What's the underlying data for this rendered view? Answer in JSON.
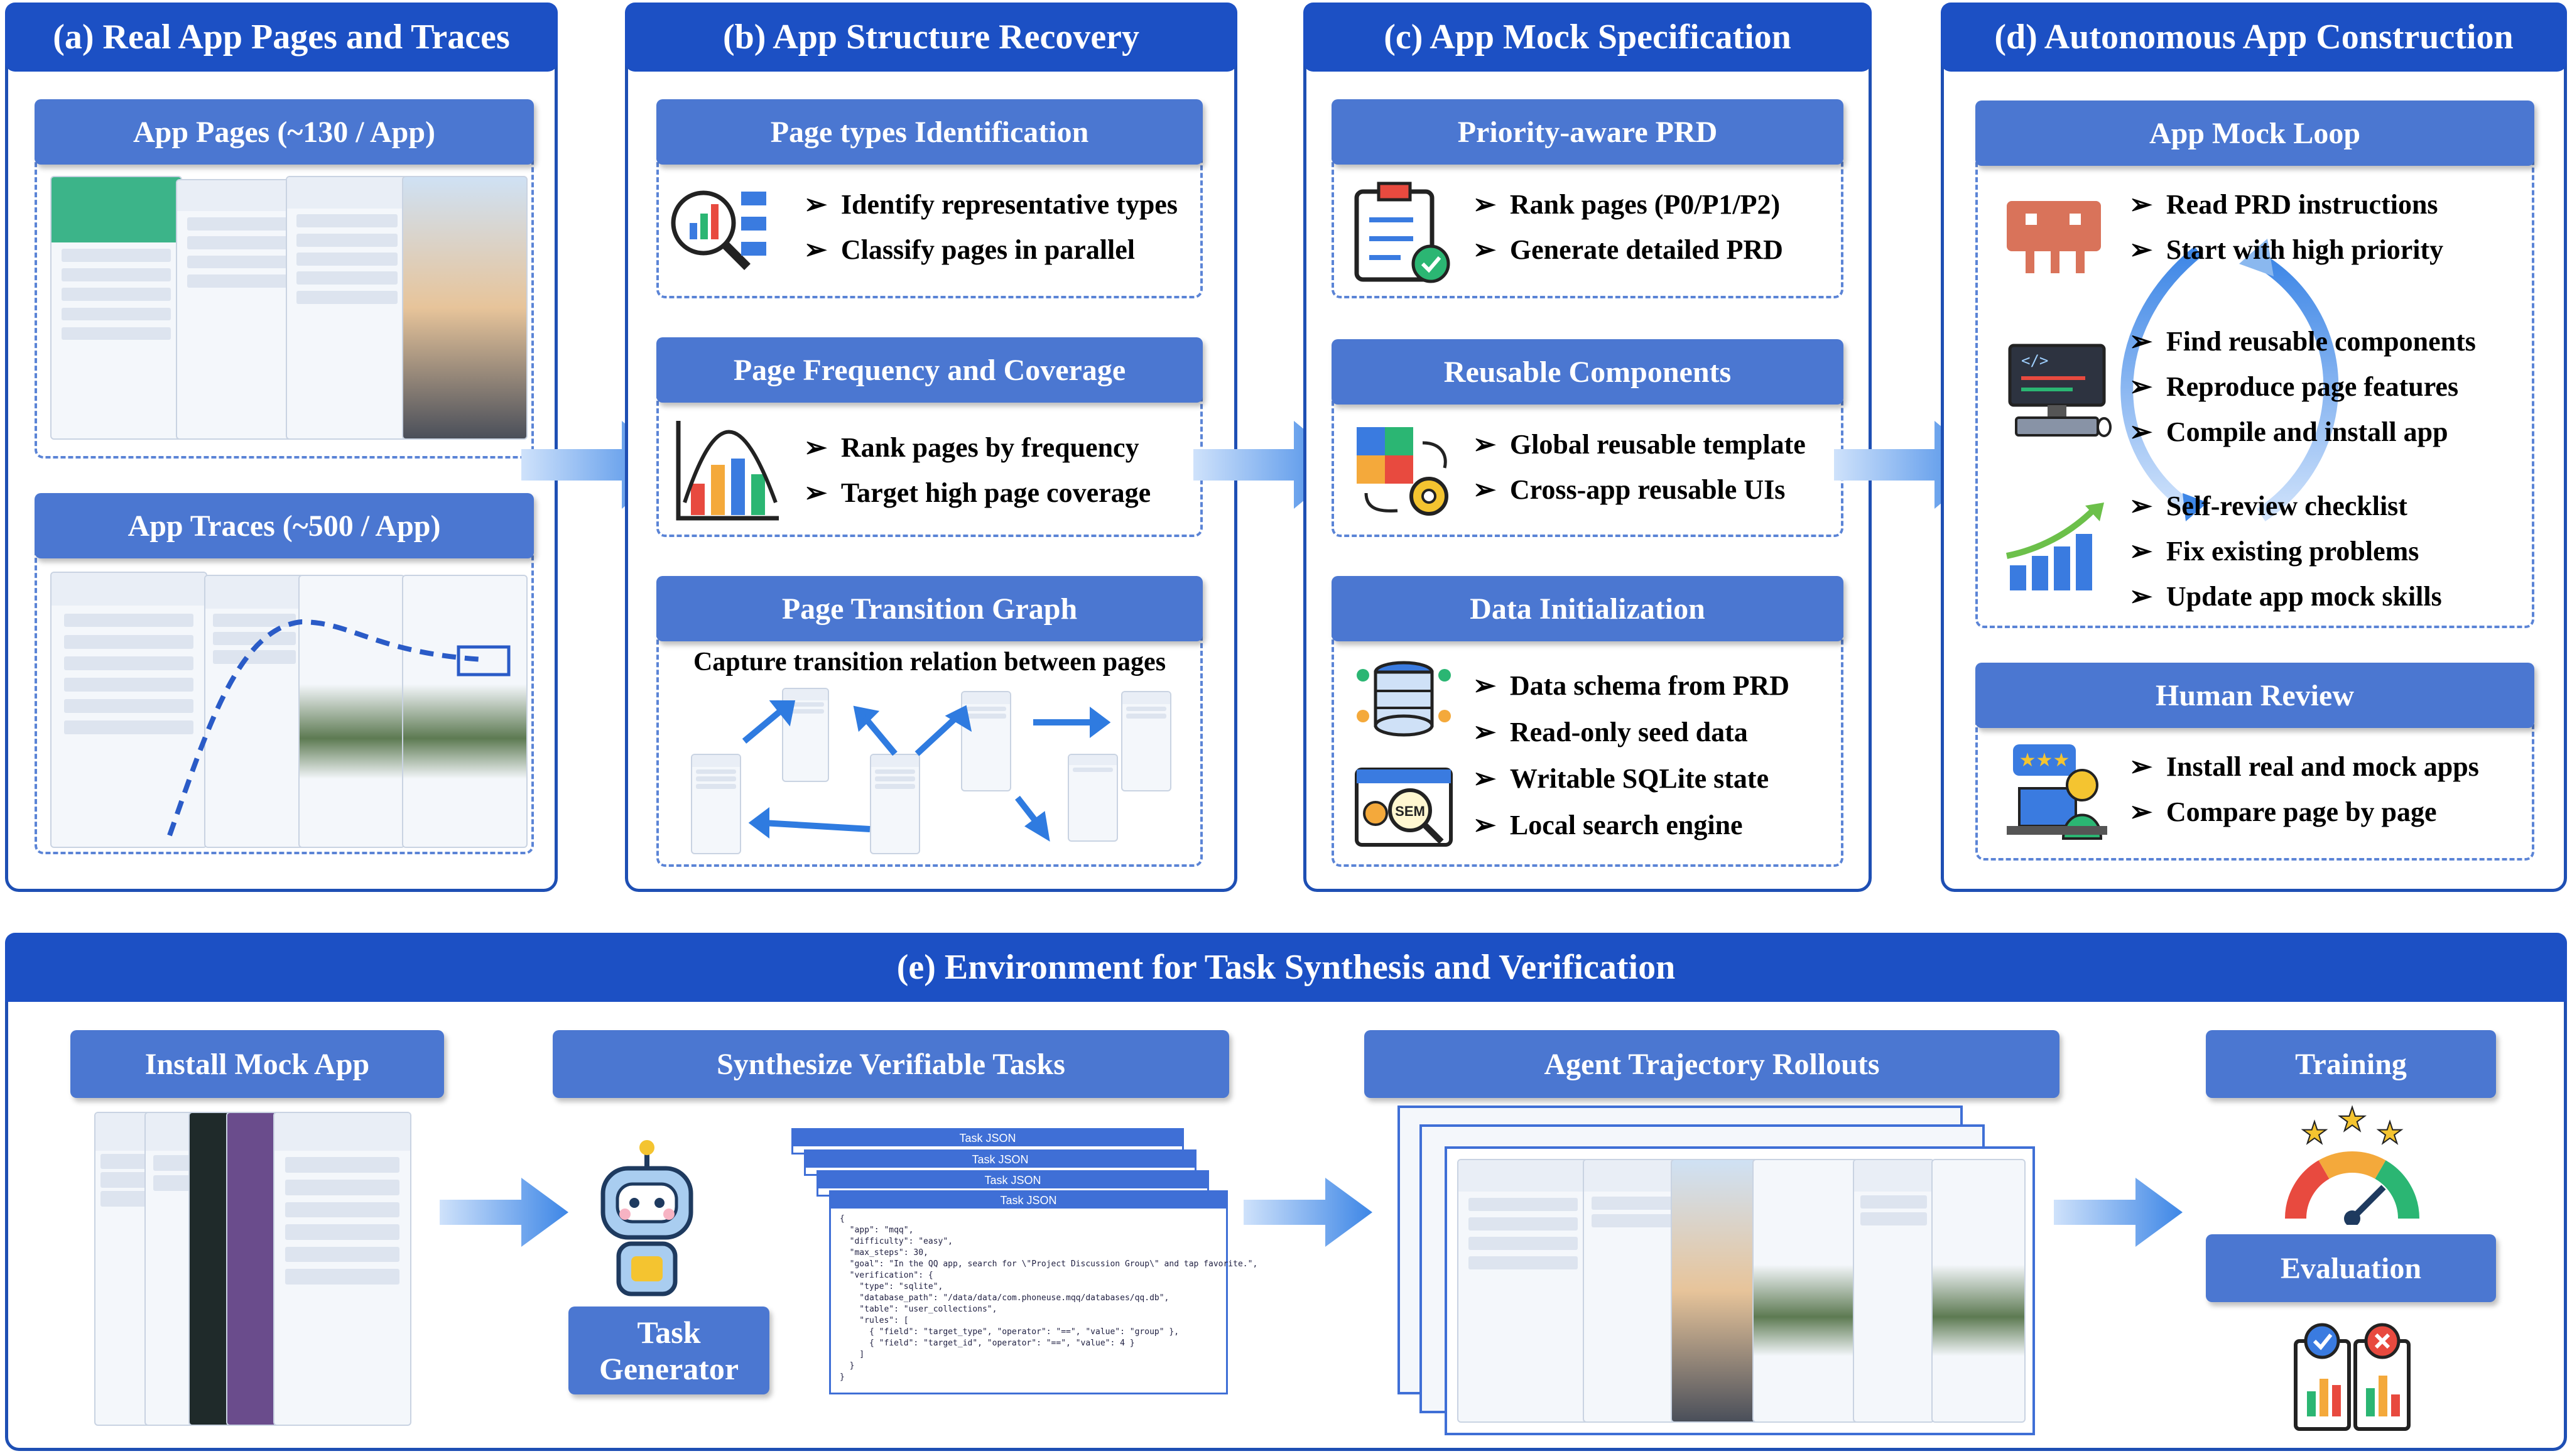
{
  "panels": {
    "a": {
      "title": "(a) Real App Pages and Traces",
      "pages_label": "App Pages  (~130 / App)",
      "traces_label": "App Traces (~500 / App)"
    },
    "b": {
      "title": "(b) App Structure Recovery",
      "page_types": {
        "label": "Page types Identification",
        "items": [
          "Identify representative types",
          "Classify pages in parallel"
        ]
      },
      "frequency": {
        "label": "Page Frequency and Coverage",
        "items": [
          "Rank pages by frequency",
          "Target high page coverage"
        ]
      },
      "graph": {
        "label": "Page Transition Graph",
        "caption": "Capture transition relation between pages"
      }
    },
    "c": {
      "title": "(c) App Mock Specification",
      "prd": {
        "label": "Priority-aware PRD",
        "items": [
          "Rank pages (P0/P1/P2)",
          "Generate detailed PRD"
        ]
      },
      "components": {
        "label": "Reusable Components",
        "items": [
          "Global reusable template",
          "Cross-app reusable UIs"
        ]
      },
      "data_init": {
        "label": "Data Initialization",
        "items": [
          "Data schema from PRD",
          "Read-only seed data",
          "Writable SQLite state",
          "Local search engine"
        ]
      }
    },
    "d": {
      "title": "(d) Autonomous App Construction",
      "loop": {
        "label": "App Mock Loop",
        "items1": [
          "Read PRD instructions",
          "Start with high priority"
        ],
        "items2": [
          "Find reusable components",
          "Reproduce page features",
          "Compile and install app"
        ],
        "items3": [
          "Self-review checklist",
          "Fix existing problems",
          "Update app mock skills"
        ]
      },
      "review": {
        "label": "Human Review",
        "items": [
          "Install real and mock apps",
          "Compare page by page"
        ]
      }
    },
    "e": {
      "title": "(e) Environment for Task Synthesis and Verification",
      "install": "Install Mock App",
      "synthesize": "Synthesize Verifiable Tasks",
      "rollouts": "Agent Trajectory Rollouts",
      "training": "Training",
      "evaluation": "Evaluation",
      "task_generator": "Task Generator",
      "json_header": "Task JSON",
      "json_code": "{\n  \"app\": \"mqq\",\n  \"difficulty\": \"easy\",\n  \"max_steps\": 30,\n  \"goal\": \"In the QQ app, search for \\\"Project Discussion Group\\\" and tap favorite.\",\n  \"verification\": {\n    \"type\": \"sqlite\",\n    \"database_path\": \"/data/data/com.phoneuse.mqq/databases/qq.db\",\n    \"table\": \"user_collections\",\n    \"rules\": [\n      { \"field\": \"target_type\", \"operator\": \"==\", \"value\": \"group\" },\n      { \"field\": \"target_id\", \"operator\": \"==\", \"value\": 4 }\n    ]\n  }\n}"
    }
  },
  "colors": {
    "panel_border": "#1e4fb4",
    "title_bg": "#1c50c4",
    "sub_bg": "#4b77d1",
    "arrow": "#4a8ce6"
  }
}
